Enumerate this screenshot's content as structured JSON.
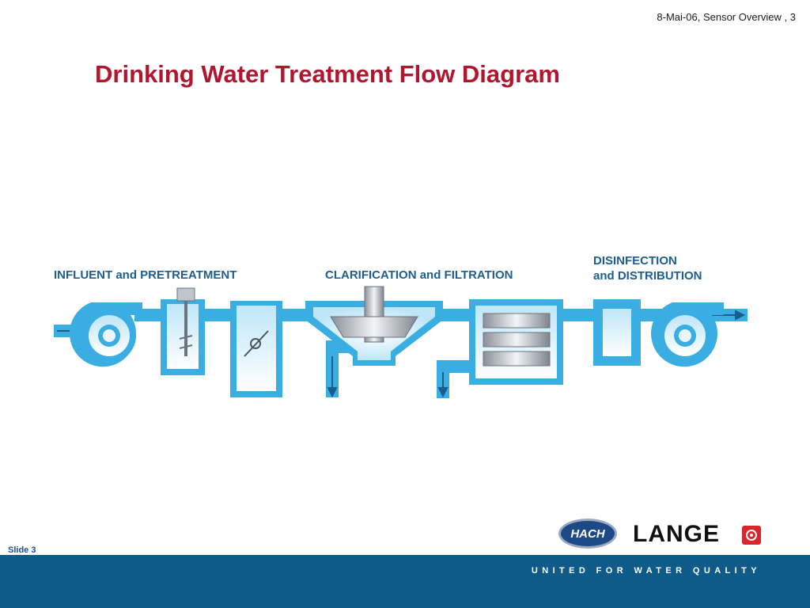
{
  "header": {
    "reference": "8-Mai-06, Sensor Overview , 3"
  },
  "title": "Drinking Water Treatment Flow Diagram",
  "diagram": {
    "stages": [
      {
        "label": "INFLUENT and PRETREATMENT"
      },
      {
        "label": "CLARIFICATION and FILTRATION"
      },
      {
        "label_line1": "DISINFECTION",
        "label_line2": "and DISTRIBUTION"
      }
    ],
    "colors": {
      "pipe": "#3aaee3",
      "pipe_edge": "#1b87c4",
      "water_light": "#d8f0fb",
      "label": "#1e5e8e"
    }
  },
  "logos": {
    "hach": "HACH",
    "lange": "LANGE"
  },
  "footer": {
    "slide_label": "Slide 3",
    "tagline": "UNITED FOR WATER QUALITY"
  },
  "colors": {
    "title": "#b0172e",
    "footer_bar": "#0e5b8a"
  }
}
